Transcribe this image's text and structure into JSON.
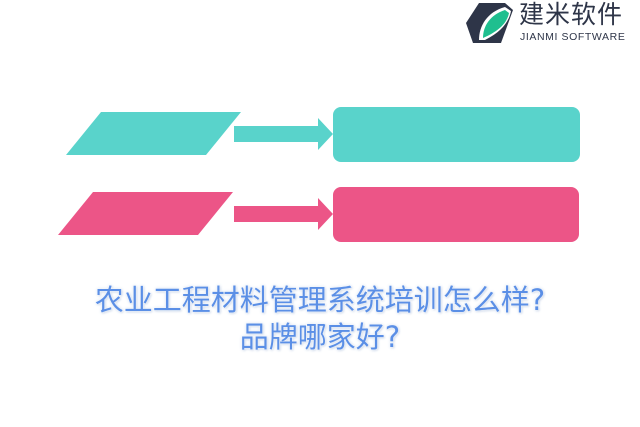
{
  "logo": {
    "name_cn": "建米软件",
    "name_en": "JIANMI SOFTWARE",
    "icon": "jianmi-logo-icon",
    "colors": {
      "navy": "#2e3548",
      "green": "#1fbf8f"
    }
  },
  "diagram": {
    "rows": [
      {
        "color": "#59d3cb",
        "left_shape": "parallelogram",
        "connector": "arrow-right-icon",
        "right_shape": "rounded-rectangle",
        "label": ""
      },
      {
        "color": "#ec5587",
        "left_shape": "parallelogram",
        "connector": "arrow-right-icon",
        "right_shape": "rounded-rectangle",
        "label": ""
      }
    ]
  },
  "title": {
    "line1": "农业工程材料管理系统培训怎么样?",
    "line2": "品牌哪家好?",
    "color": "#5b8fe6"
  }
}
